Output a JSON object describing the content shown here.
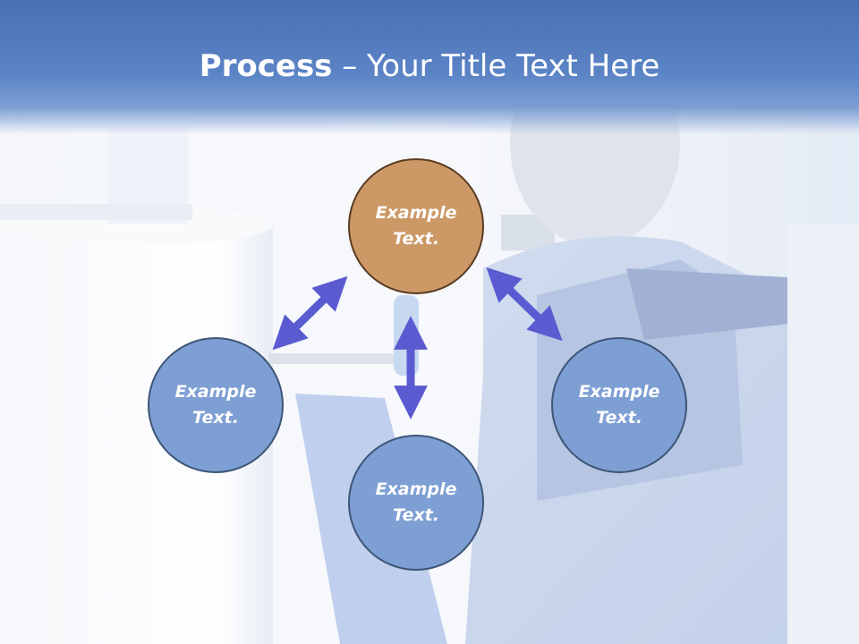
{
  "slide": {
    "title_bold": "Process",
    "title_rest": " – Your Title Text Here"
  },
  "process": {
    "top": "Example Text.",
    "left": "Example Text.",
    "bottom": "Example Text.",
    "right": "Example Text."
  },
  "colors": {
    "title_band": "#4a6fb1",
    "circle_blue": "#7e9fd4",
    "circle_orange": "#cc9966",
    "arrow": "#5a5bd0"
  }
}
